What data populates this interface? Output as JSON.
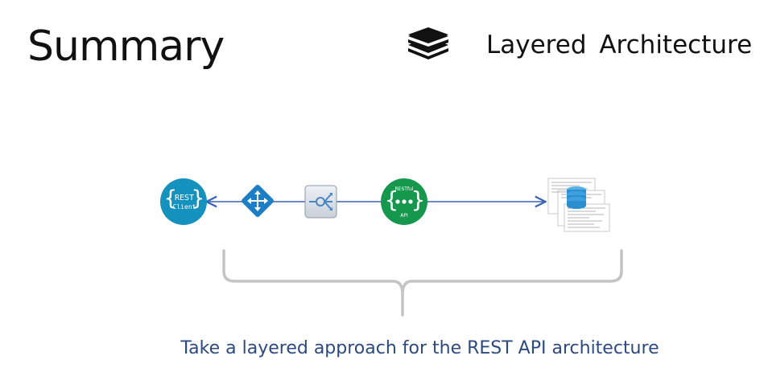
{
  "header": {
    "title": "Summary",
    "subtitle": "Layered  Architecture",
    "icon": "layers-icon"
  },
  "diagram": {
    "rest_client_icon": {
      "line1": "REST",
      "line2": "Client",
      "color": "#1591be"
    },
    "router_icon": {
      "name": "router-icon",
      "color": "#1c7fc6"
    },
    "gateway_icon": {
      "name": "gateway-icon",
      "color": "#4a85c2"
    },
    "restful_api_icon": {
      "top": "RESTful",
      "bottom": "API",
      "color": "#15984e"
    },
    "database_icon": {
      "name": "database-documents-icon",
      "color": "#2b8fd0"
    },
    "connector_color": "#3b63b3"
  },
  "caption": "Take a layered approach for the REST API architecture"
}
